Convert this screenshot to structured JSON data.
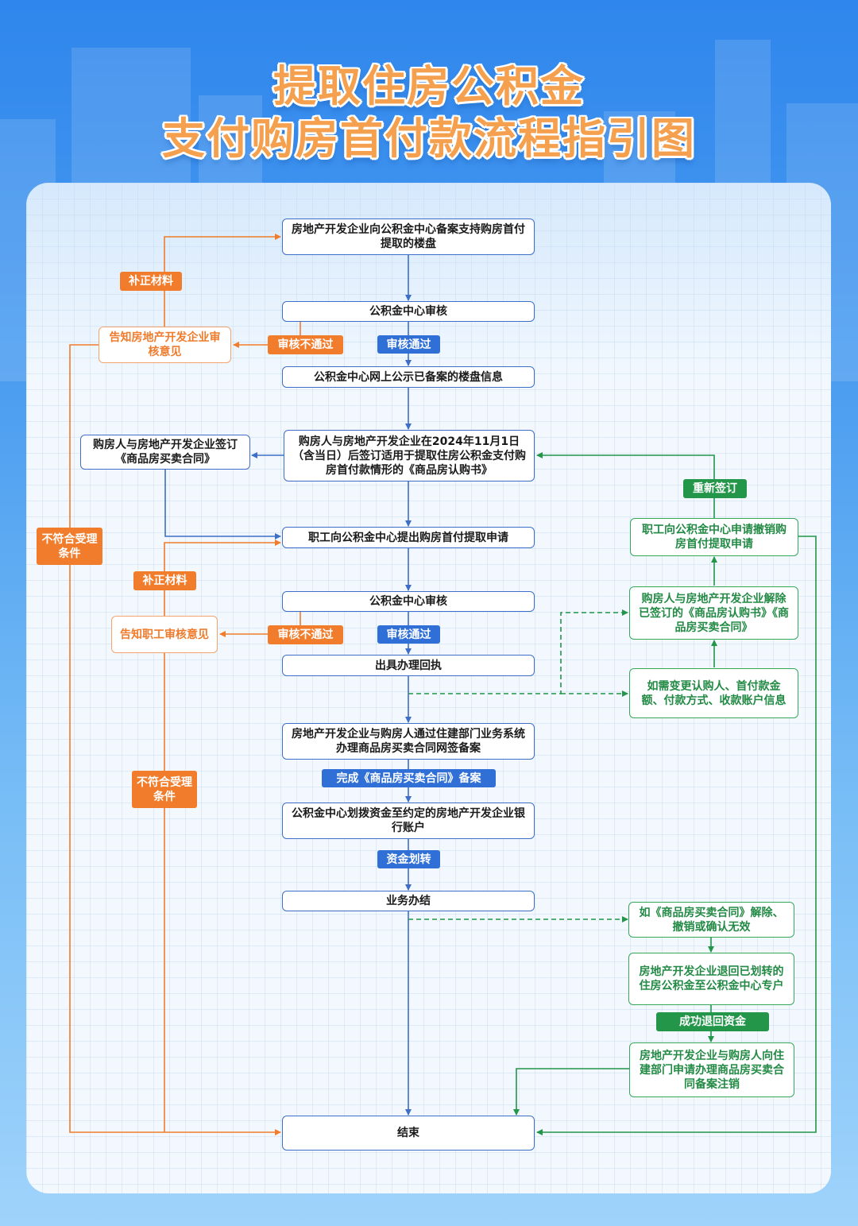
{
  "title": {
    "line1": "提取住房公积金",
    "line2": "支付购房首付款流程指引图"
  },
  "colors": {
    "main_flow": "#3d6fc9",
    "reject_flow": "#f07c2c",
    "change_flow": "#23964a",
    "title": "#f5a04e",
    "background": "#3a8fee"
  },
  "main_steps": {
    "s1": "房地产开发企业向公积金中心备案支持购房首付提取的楼盘",
    "s2": "公积金中心审核",
    "s3": "公积金中心网上公示已备案的楼盘信息",
    "s4": "购房人与房地产开发企业在2024年11月1日（含当日）后签订适用于提取住房公积金支付购房首付款情形的《商品房认购书》",
    "s5": "职工向公积金中心提出购房首付提取申请",
    "s6": "公积金中心审核",
    "s7": "出具办理回执",
    "s8": "房地产开发企业与购房人通过住建部门业务系统办理商品房买卖合同网签备案",
    "s9": "公积金中心划拨资金至约定的房地产开发企业银行账户",
    "s10": "业务办结",
    "s11": "结束",
    "contract_box": "购房人与房地产开发企业签订《商品房买卖合同》"
  },
  "blue_tags": {
    "pass1": "审核通过",
    "pass2": "审核通过",
    "filing": "完成《商品房买卖合同》备案",
    "transfer": "资金划转"
  },
  "orange": {
    "notify_dev": "告知房地产开发企业审核意见",
    "notify_staff": "告知职工审核意见",
    "fix1": "补正材料",
    "fix2": "补正材料",
    "fail1": "审核不通过",
    "fail2": "审核不通过",
    "not_eligible1": "不符合受理条件",
    "not_eligible2": "不符合受理条件"
  },
  "green": {
    "change": "如需变更认购人、首付款金额、付款方式、收款账户信息",
    "cancel_contract": "购房人与房地产开发企业解除已签订的《商品房认购书》《商品房买卖合同》",
    "revoke": "职工向公积金中心申请撤销购房首付提取申请",
    "resign": "重新签订",
    "void": "如《商品房买卖合同》解除、撤销或确认无效",
    "refund": "房地产开发企业退回已划转的住房公积金至公积金中心专户",
    "refund_ok": "成功退回资金",
    "cancel_filing": "房地产开发企业与购房人向住建部门申请办理商品房买卖合同备案注销"
  }
}
